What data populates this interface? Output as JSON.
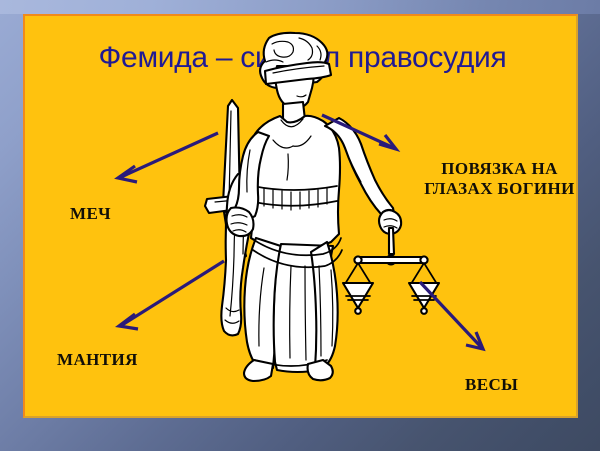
{
  "slide": {
    "title": "Фемида – символ правосудия",
    "title_color": "#201a94",
    "panel_color": "#FFC20E",
    "panel_border_color": "#F08A1B",
    "background_color": "#4a5878",
    "arrow_color": "#2a1a7a",
    "label_color": "#120f08"
  },
  "labels": {
    "sword": "МЕЧ",
    "mantle": "МАНТИЯ",
    "scales": "ВЕСЫ",
    "blindfold_line1": "ПОВЯЗКА НА",
    "blindfold_line2": "ГЛАЗАХ БОГИНИ"
  },
  "figure": {
    "name": "Фемида",
    "elements": [
      "меч",
      "повязка на глазах",
      "мантия",
      "весы"
    ]
  }
}
